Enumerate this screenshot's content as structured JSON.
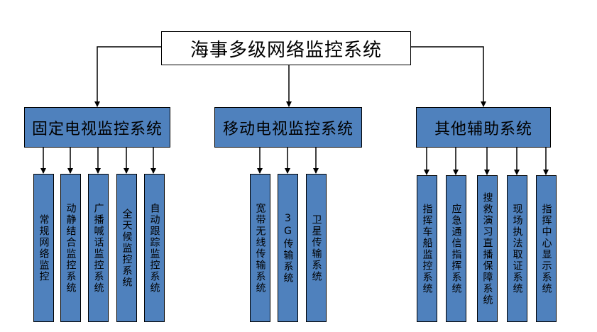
{
  "root": {
    "label": "海事多级网络监控系统"
  },
  "categories": [
    {
      "label": "固定电视监控系统",
      "children": [
        "常规网络监控",
        "动静结合监控系统",
        "广播喊话监控系统",
        "全天候监控系统",
        "自动跟踪监控系统"
      ]
    },
    {
      "label": "移动电视监控系统",
      "children": [
        "宽带无线传输系统",
        "3G传输系统",
        "卫星传输系统"
      ]
    },
    {
      "label": "其他辅助系统",
      "children": [
        "指挥车船监控系统",
        "应急通信指挥系统",
        "搜救演习直播保障系统",
        "现场执法取证系统",
        "指挥中心显示系统"
      ]
    }
  ]
}
